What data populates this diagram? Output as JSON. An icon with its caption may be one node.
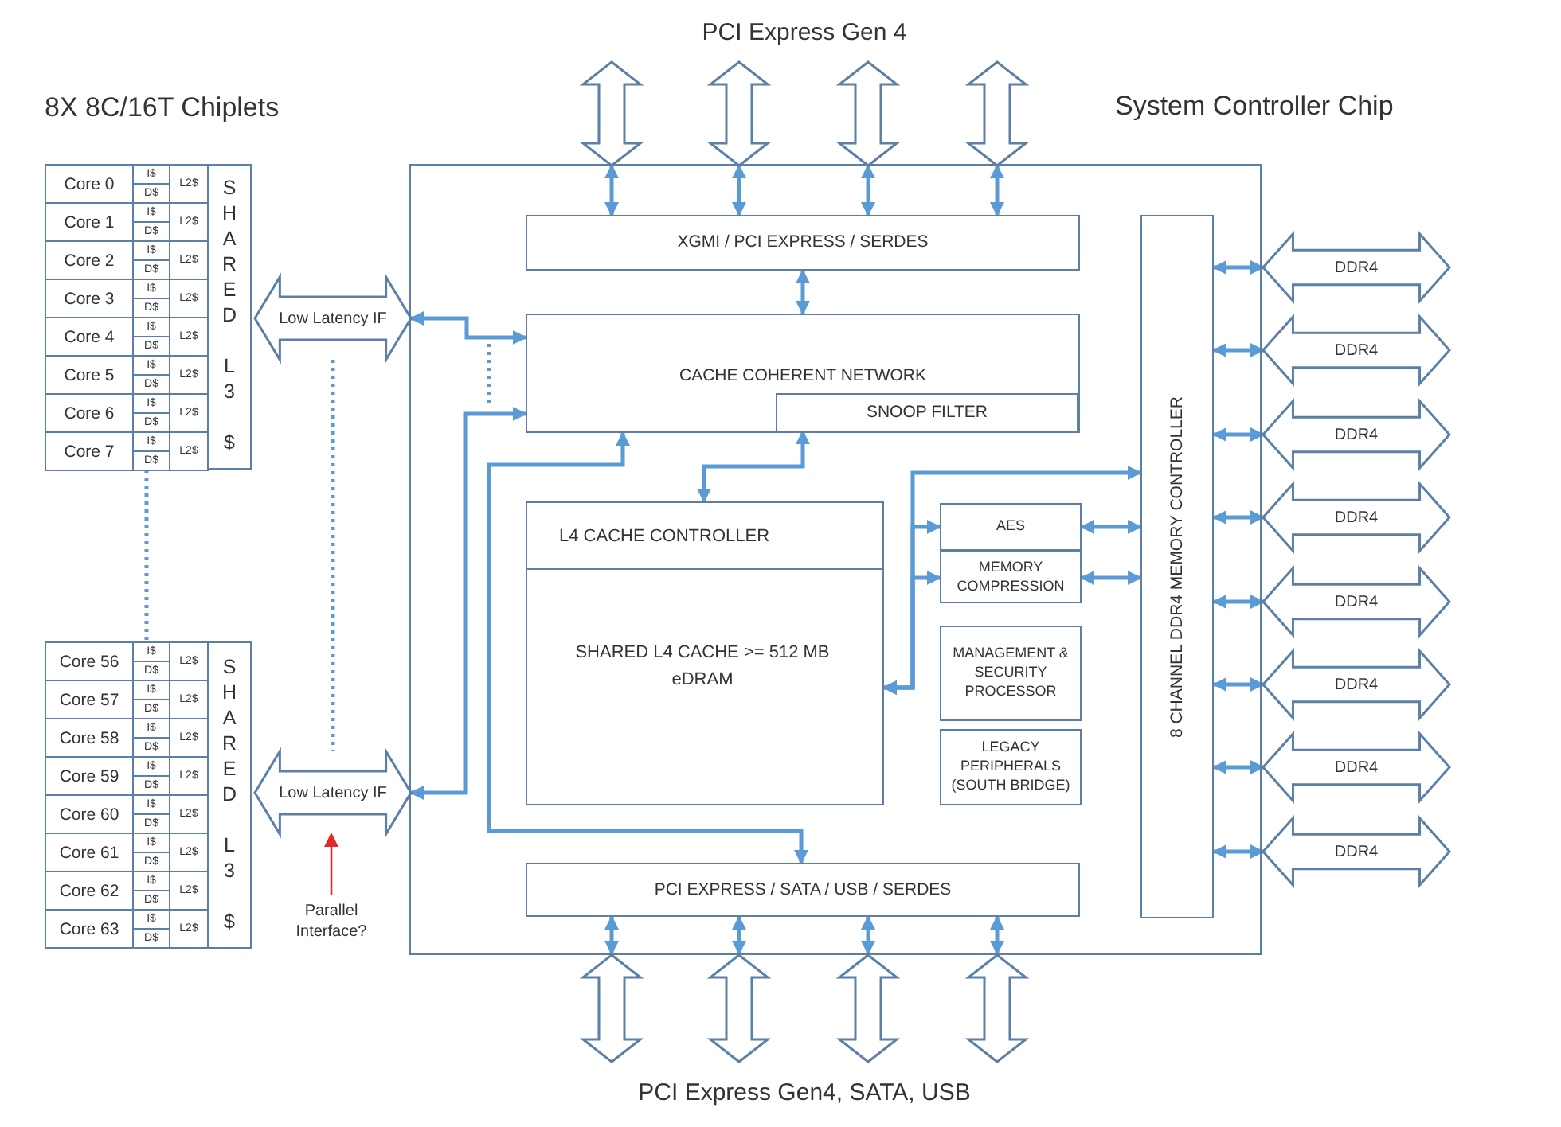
{
  "diagram": {
    "nodes": [
      {
        "text": [
          "SHARED L3 $"
        ]
      },
      {
        "text": [
          "SHARED L3 $"
        ]
      },
      {
        "text": [
          "Low Latency IF"
        ]
      },
      {
        "text": [
          "Low Latency IF"
        ]
      },
      {
        "text": [
          "Parallel Interface?"
        ]
      },
      {
        "text": [
          "System Controller Chip"
        ]
      },
      {
        "text": [
          "XGMI / PCI EXPRESS / SERDES"
        ],
        "in": 5
      },
      {
        "text": [
          "CACHE COHERENT NETWORK"
        ],
        "in": 5
      },
      {
        "text": [
          "SNOOP FILTER"
        ],
        "in": 7
      },
      {
        "text": [
          "L4 CACHE CONTROLLER",
          "SHARED L4 CACHE >= 512 MB eDRAM"
        ],
        "in": 5
      },
      {
        "text": [
          "AES"
        ],
        "in": 5
      },
      {
        "text": [
          "MEMORY COMPRESSION"
        ],
        "in": 5
      },
      {
        "text": [
          "MANAGEMENT & SECURITY PROCESSOR"
        ],
        "in": 5
      },
      {
        "text": [
          "LEGACY PERIPHERALS (SOUTH BRIDGE)"
        ],
        "in": 5
      },
      {
        "text": [
          "8 CHANNEL DDR4 MEMORY CONTROLLER"
        ],
        "in": 5
      },
      {
        "text": [
          "PCI EXPRESS / SATA / USB / SERDES"
        ],
        "in": 5
      },
      {
        "text": [
          "DDR4"
        ]
      },
      {
        "text": [
          "DDR4"
        ]
      },
      {
        "text": [
          "DDR4"
        ]
      },
      {
        "text": [
          "DDR4"
        ]
      },
      {
        "text": [
          "DDR4"
        ]
      },
      {
        "text": [
          "DDR4"
        ]
      },
      {
        "text": [
          "DDR4"
        ]
      },
      {
        "text": [
          "DDR4"
        ]
      }
    ],
    "edges": [
      {
        "from": 2,
        "to": 7,
        "arrow": "both"
      },
      {
        "from": 3,
        "to": 7,
        "arrow": "both"
      },
      {
        "from": 2,
        "to": 3,
        "arrow": "none",
        "style": "dashed"
      },
      {
        "from": 0,
        "to": 1,
        "arrow": "none",
        "style": "dashed"
      },
      {
        "from": 4,
        "to": 3,
        "arrow": "to",
        "color": "#e02b2b"
      },
      {
        "from": null,
        "to": 6,
        "arrow": "both"
      },
      {
        "from": null,
        "to": 6,
        "arrow": "both"
      },
      {
        "from": null,
        "to": 6,
        "arrow": "both"
      },
      {
        "from": null,
        "to": 6,
        "arrow": "both"
      },
      {
        "from": 6,
        "to": 7,
        "arrow": "both"
      },
      {
        "from": 8,
        "to": 9,
        "arrow": "both"
      },
      {
        "from": 7,
        "to": 15,
        "arrow": "both"
      },
      {
        "from": 9,
        "to": 14,
        "arrow": "both"
      },
      {
        "from": 9,
        "to": 10,
        "arrow": "both"
      },
      {
        "from": 9,
        "to": 11,
        "arrow": "both"
      },
      {
        "from": 10,
        "to": 14,
        "arrow": "both"
      },
      {
        "from": 11,
        "to": 14,
        "arrow": "both"
      },
      {
        "from": 14,
        "to": 16,
        "arrow": "both"
      },
      {
        "from": 14,
        "to": 17,
        "arrow": "both"
      },
      {
        "from": 14,
        "to": 18,
        "arrow": "both"
      },
      {
        "from": 14,
        "to": 19,
        "arrow": "both"
      },
      {
        "from": 14,
        "to": 20,
        "arrow": "both"
      },
      {
        "from": 14,
        "to": 21,
        "arrow": "both"
      },
      {
        "from": 14,
        "to": 22,
        "arrow": "both"
      },
      {
        "from": 14,
        "to": 23,
        "arrow": "both"
      },
      {
        "from": 15,
        "to": null,
        "arrow": "both"
      },
      {
        "from": 15,
        "to": null,
        "arrow": "both"
      },
      {
        "from": 15,
        "to": null,
        "arrow": "both"
      },
      {
        "from": 15,
        "to": null,
        "arrow": "both"
      }
    ],
    "labels": [
      "PCI Express Gen 4",
      "8X 8C/16T Chiplets",
      "Core 0",
      "I$",
      "D$",
      "L2$",
      "Core 1",
      "I$",
      "D$",
      "L2$",
      "Core 2",
      "I$",
      "D$",
      "L2$",
      "Core 3",
      "I$",
      "D$",
      "L2$",
      "Core 4",
      "I$",
      "D$",
      "L2$",
      "Core 5",
      "I$",
      "D$",
      "L2$",
      "Core 6",
      "I$",
      "D$",
      "L2$",
      "Core 7",
      "I$",
      "D$",
      "L2$",
      "Core 56",
      "I$",
      "D$",
      "L2$",
      "Core 57",
      "I$",
      "D$",
      "L2$",
      "Core 58",
      "I$",
      "D$",
      "L2$",
      "Core 59",
      "I$",
      "D$",
      "L2$",
      "Core 60",
      "I$",
      "D$",
      "L2$",
      "Core 61",
      "I$",
      "D$",
      "L2$",
      "Core 62",
      "I$",
      "D$",
      "L2$",
      "Core 63",
      "I$",
      "D$",
      "L2$",
      "PCI Express Gen4, SATA, USB"
    ]
  }
}
